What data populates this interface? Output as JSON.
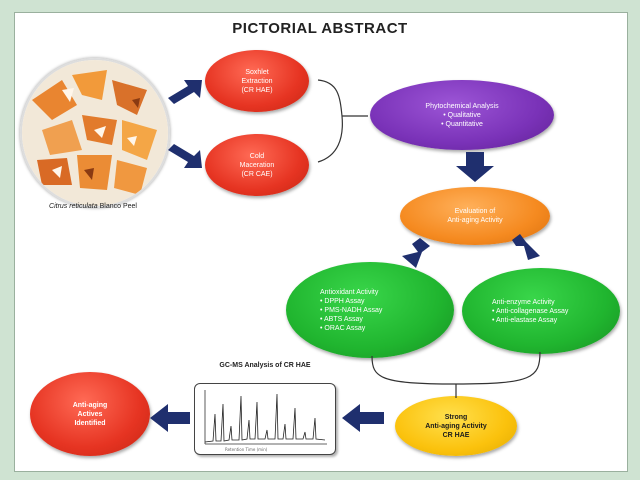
{
  "title": "PICTORIAL ABSTRACT",
  "source_image_caption_parts": [
    "Citrus reticulata",
    "Blanco Peel"
  ],
  "soxhlet": {
    "lines": [
      "Soxhlet",
      "Extraction",
      "(CR HAE)"
    ]
  },
  "cold": {
    "lines": [
      "Cold",
      "Maceration",
      "(CR CAE)"
    ]
  },
  "phyto": {
    "lines": [
      "Phytochemical Analysis",
      "• Qualitative",
      "• Quantitative"
    ]
  },
  "evaluation": {
    "lines": [
      "Evaluation of",
      "Anti-aging Activity"
    ]
  },
  "antioxidant": {
    "heading": "Antioxidant Activity",
    "items": [
      "• DPPH Assay",
      "• PMS-NADH Assay",
      "• ABTS Assay",
      "• ORAC Assay"
    ]
  },
  "antienzyme": {
    "heading": "Anti-enzyme Activity",
    "items": [
      "• Anti-collagenase Assay",
      "• Anti-elastase Assay"
    ]
  },
  "strong": {
    "lines": [
      "Strong",
      "Anti-aging Activity",
      "CR HAE"
    ]
  },
  "gcms": {
    "title": "GC-MS Analysis of CR HAE",
    "axis_label": "Retention Time (min)"
  },
  "actives": {
    "lines": [
      "Anti-aging",
      "Actives",
      "Identified"
    ]
  },
  "colors": {
    "red": "#e63422",
    "purple": "#7a32b8",
    "orange": "#f58a20",
    "green": "#20b52f",
    "yellow": "#fbc20d",
    "arrow": "#1f2f6e",
    "background": "#cfe3d2"
  }
}
